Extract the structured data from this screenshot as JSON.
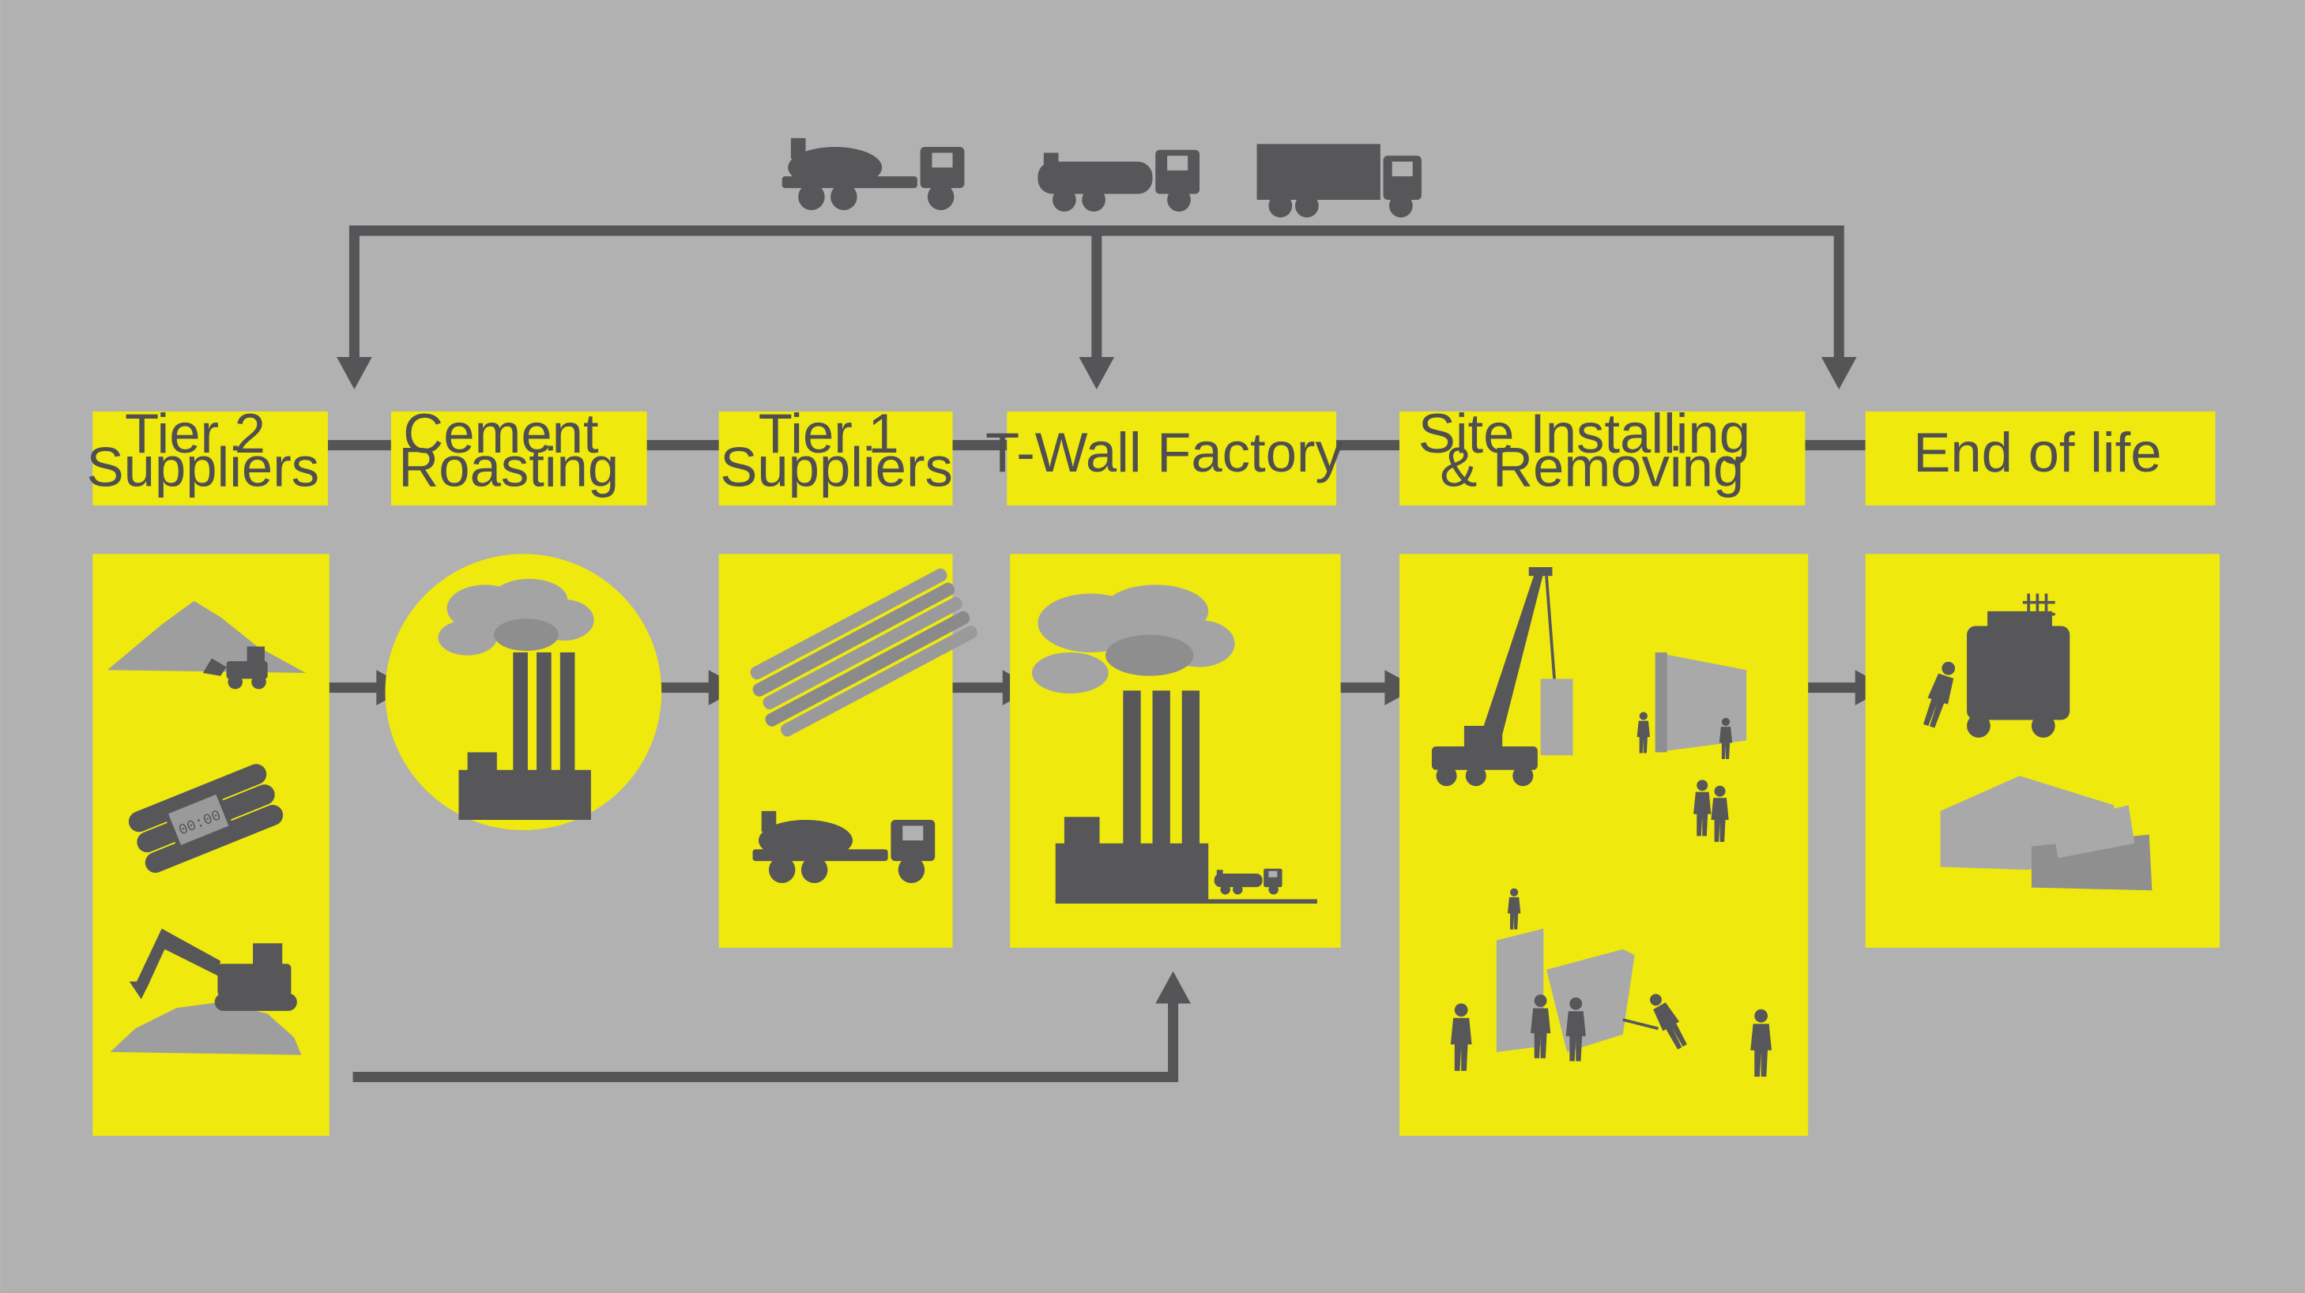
{
  "diagram": {
    "stages": [
      {
        "id": "tier2",
        "label_lines": [
          "Tier 2",
          "Suppliers"
        ],
        "icons": [
          "sand-pile-icon",
          "dynamite-icon",
          "excavator-icon"
        ]
      },
      {
        "id": "cement",
        "label_lines": [
          "Cement",
          "Roasting"
        ],
        "icons": [
          "factory-chimneys-icon"
        ]
      },
      {
        "id": "tier1",
        "label_lines": [
          "Tier 1",
          "Suppliers"
        ],
        "icons": [
          "rebar-bundle-icon",
          "concrete-mixer-truck-icon"
        ]
      },
      {
        "id": "factory",
        "label_lines": [
          "T-Wall Factory"
        ],
        "icons": [
          "factory-chimneys-icon",
          "tanker-truck-icon"
        ]
      },
      {
        "id": "site",
        "label_lines": [
          "Site Installing",
          "& Removing"
        ],
        "icons": [
          "crane-icon",
          "t-wall-icon",
          "workers-icon",
          "soldiers-icon"
        ]
      },
      {
        "id": "eol",
        "label_lines": [
          "End of life"
        ],
        "icons": [
          "cart-worker-icon",
          "broken-wall-icon"
        ]
      }
    ],
    "transport_icons": [
      "concrete-mixer-truck-icon",
      "tanker-truck-icon",
      "box-truck-icon"
    ],
    "colors": {
      "background": "#b1b1b1",
      "stage_fill": "#f0e90e",
      "silhouette": "#575759",
      "arrow": "#555557"
    }
  }
}
